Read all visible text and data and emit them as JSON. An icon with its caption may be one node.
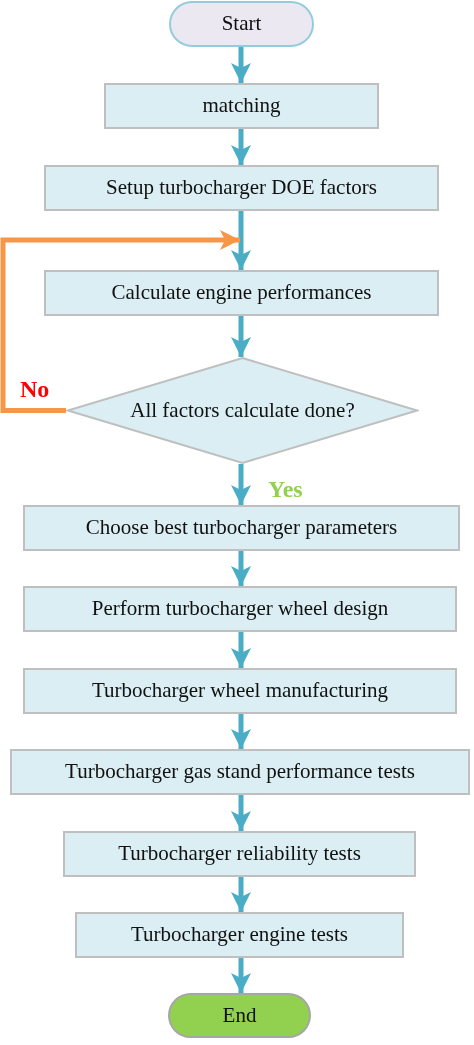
{
  "diagram": {
    "nodes": [
      {
        "text": [
          "Start"
        ]
      },
      {
        "text": [
          "matching"
        ]
      },
      {
        "text": [
          "Setup turbocharger DOE factors"
        ]
      },
      {
        "text": [
          "Calculate engine performances"
        ]
      },
      {
        "text": [
          "All factors calculate done?"
        ]
      },
      {
        "text": [
          "Choose best turbocharger parameters"
        ]
      },
      {
        "text": [
          "Perform turbocharger wheel design"
        ]
      },
      {
        "text": [
          "Turbocharger wheel manufacturing"
        ]
      },
      {
        "text": [
          "Turbocharger gas stand performance tests"
        ]
      },
      {
        "text": [
          "Turbocharger reliability tests"
        ]
      },
      {
        "text": [
          "Turbocharger engine tests"
        ]
      },
      {
        "text": [
          "End"
        ]
      }
    ],
    "edges": [
      {
        "from": 0,
        "to": 1,
        "arrow": "to"
      },
      {
        "from": 1,
        "to": 2,
        "arrow": "to"
      },
      {
        "from": 2,
        "to": 3,
        "arrow": "to"
      },
      {
        "from": 3,
        "to": 4,
        "arrow": "to"
      },
      {
        "from": 4,
        "to": 3,
        "arrow": "to",
        "label": "No",
        "color": "#f79646"
      },
      {
        "from": 4,
        "to": 5,
        "arrow": "to",
        "label": "Yes"
      },
      {
        "from": 5,
        "to": 6,
        "arrow": "to"
      },
      {
        "from": 6,
        "to": 7,
        "arrow": "to"
      },
      {
        "from": 7,
        "to": 8,
        "arrow": "to"
      },
      {
        "from": 8,
        "to": 9,
        "arrow": "to"
      },
      {
        "from": 9,
        "to": 10,
        "arrow": "to"
      },
      {
        "from": 10,
        "to": 11,
        "arrow": "to"
      }
    ]
  }
}
